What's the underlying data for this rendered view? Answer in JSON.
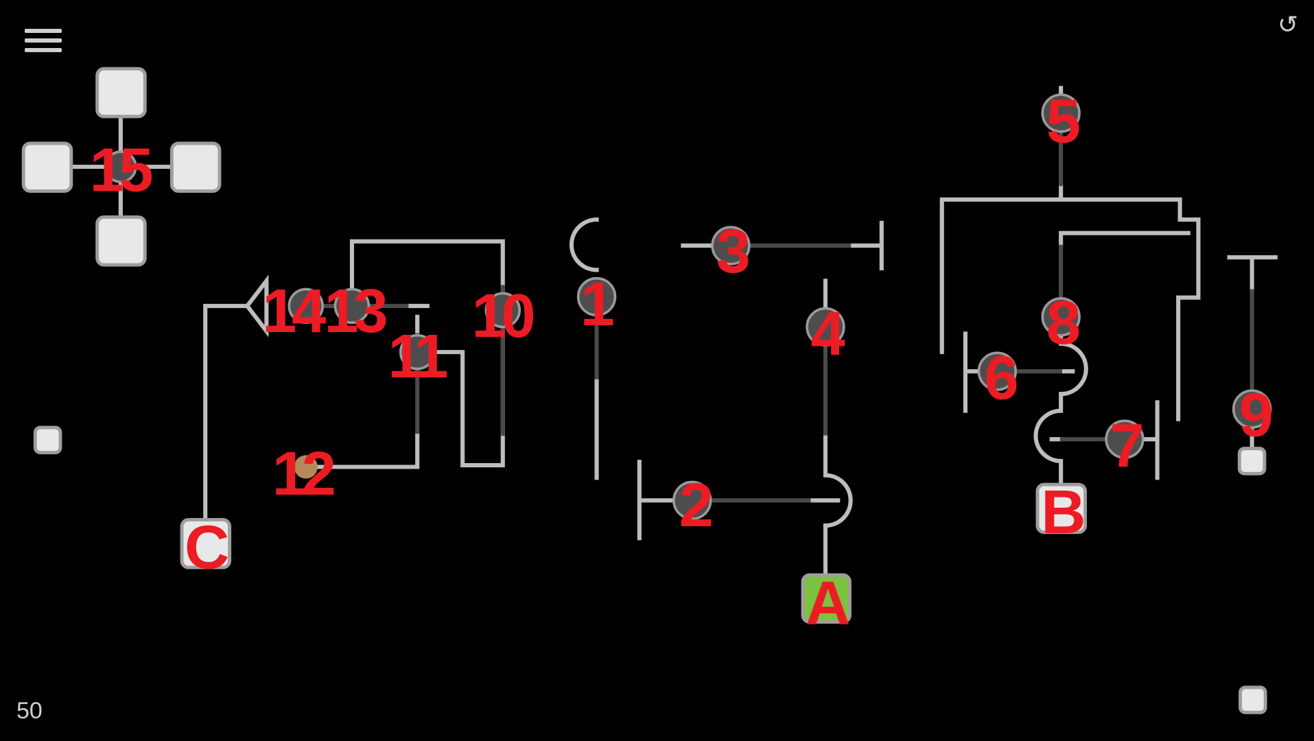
{
  "hud": {
    "score": "50",
    "menu_icon": "hamburger-menu-icon",
    "restart_icon": "restart-icon",
    "restart_glyph": "↺"
  },
  "colors": {
    "pipe": "#bdbdbd",
    "valve": "#4d4d4d",
    "label": "#ec1c24",
    "goal": "#7dc142"
  },
  "labels": {
    "v1": "1",
    "v2": "2",
    "v3": "3",
    "v4": "4",
    "v5": "5",
    "v6": "6",
    "v7": "7",
    "v8": "8",
    "v9": "9",
    "v10": "10",
    "v11": "11",
    "v12": "12",
    "v13": "13",
    "v14": "14",
    "v15": "15",
    "a": "A",
    "b": "B",
    "c": "C"
  }
}
